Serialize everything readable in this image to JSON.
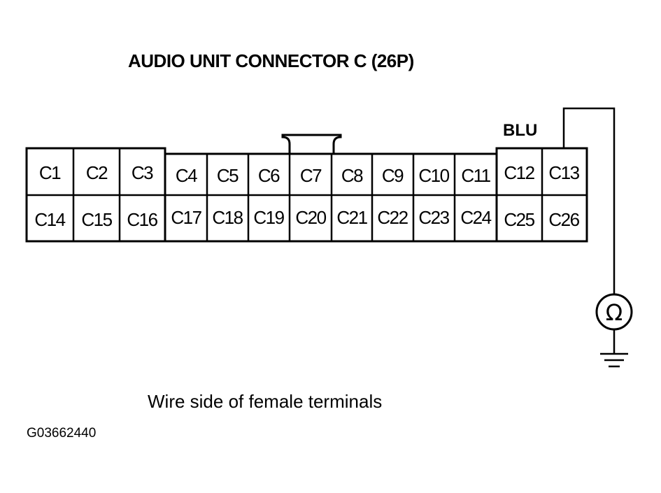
{
  "title": "AUDIO UNIT CONNECTOR C (26P)",
  "wire_color": "BLU",
  "caption": "Wire side of female terminals",
  "figure_id": "G03662440",
  "meter_symbol": "Ω",
  "connector": {
    "top_row": [
      "C1",
      "C2",
      "C3",
      "C4",
      "C5",
      "C6",
      "C7",
      "C8",
      "C9",
      "C10",
      "C11",
      "C12",
      "C13"
    ],
    "bottom_row": [
      "C14",
      "C15",
      "C16",
      "C17",
      "C18",
      "C19",
      "C20",
      "C21",
      "C22",
      "C23",
      "C24",
      "C25",
      "C26"
    ]
  }
}
